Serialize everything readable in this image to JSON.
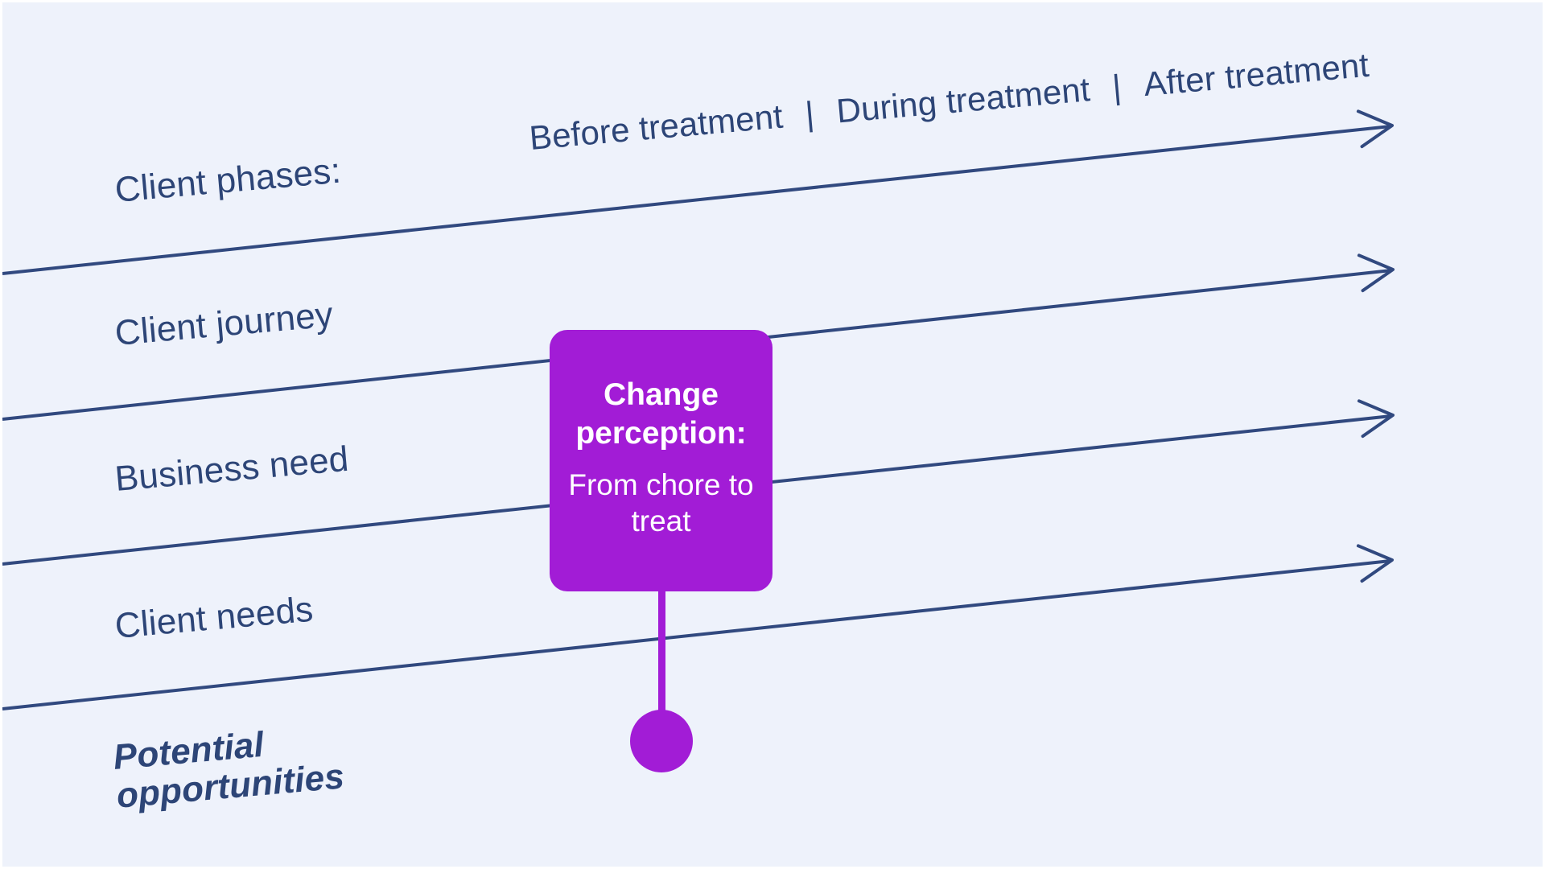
{
  "colors": {
    "background": "#eef2fb",
    "frame": "#ffffff",
    "navy": "#31497f",
    "text_navy": "#2d4577",
    "accent_purple": "#a21cd6",
    "card_text": "#ffffff"
  },
  "phase_header": {
    "row_label": "Client phases:",
    "separator": "|",
    "phases": [
      {
        "label": "Before treatment"
      },
      {
        "label": "During treatment"
      },
      {
        "label": "After treatment"
      }
    ]
  },
  "rows": [
    {
      "label": "Client journey"
    },
    {
      "label": "Business need"
    },
    {
      "label": "Client needs"
    }
  ],
  "footer": {
    "label": "Potential opportunities"
  },
  "annotation": {
    "title": "Change perception:",
    "body": "From chore to treat"
  }
}
